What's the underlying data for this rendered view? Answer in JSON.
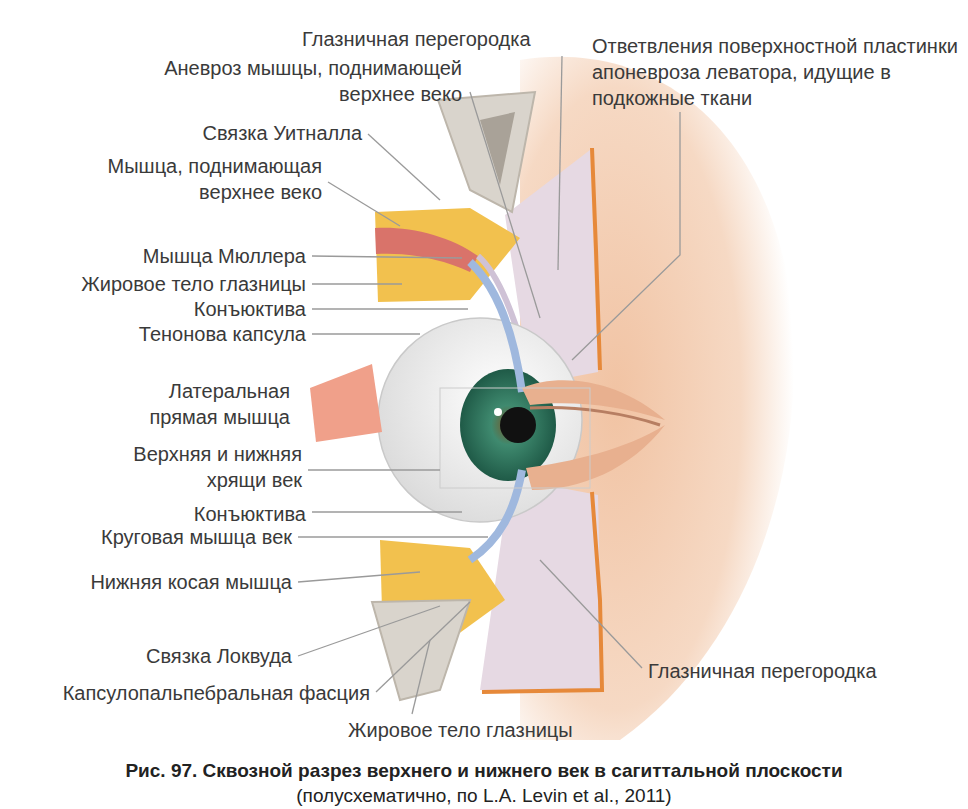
{
  "diagram": {
    "caption": "Рис. 97. Сквозной разрез верхнего и нижнего век в сагиттальной плоскости",
    "labels": [
      "Глазничная перегородка",
      "Аневроз мышцы, поднимающей верхнее веко",
      "Ответвления поверхностной пластинки апоневроза леватора, идущие в подкожные ткани",
      "Связка Уитналла",
      "Мышца, поднимающая верхнее веко",
      "Мышца Мюллера",
      "Жировое тело глазницы",
      "Конъюктива",
      "Тенонова капсула",
      "Латеральная прямая мышца",
      "Верхняя и нижняя хрящи век",
      "Конъюктива",
      "Круговая мышца век",
      "Нижняя косая мышца",
      "Связка Локвуда",
      "Капсулопальпебральная фасция",
      "Глазничная перегородка",
      "Жировое тело глазницы",
      "(полусхематично, по L.A. Levin et al., 2011)"
    ]
  }
}
